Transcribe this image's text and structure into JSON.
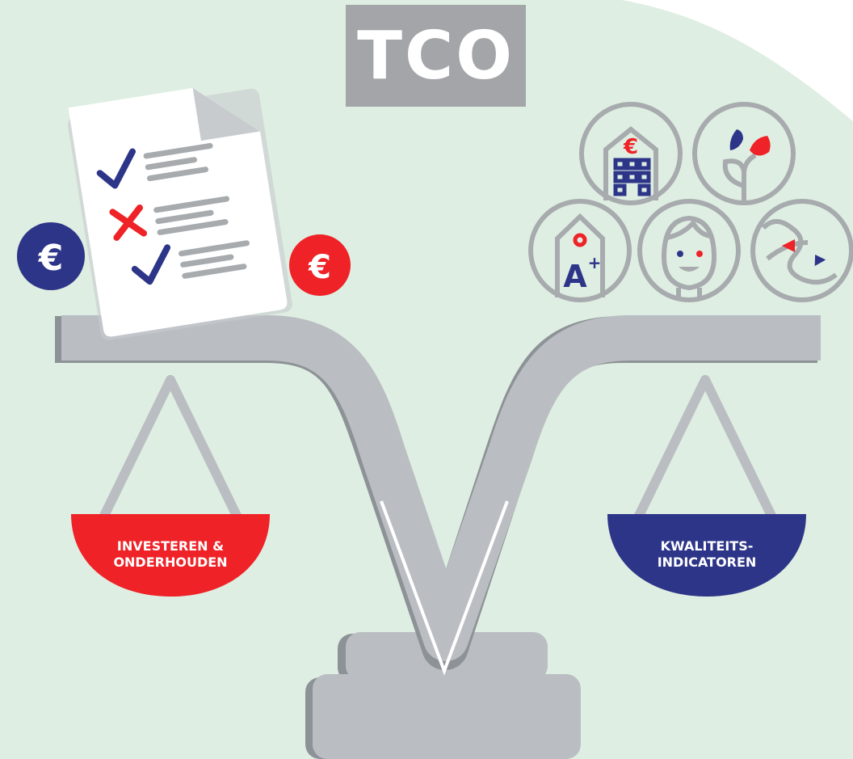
{
  "title": "TCO",
  "left_pan": {
    "lines": [
      "INVESTEREN &",
      "ONDERHOUDEN"
    ],
    "color": "#ee2227"
  },
  "right_pan": {
    "lines": [
      "KWALITEITS-",
      "INDICATOREN"
    ],
    "color": "#2d3588"
  },
  "colors": {
    "background": "#dfeee2",
    "beam": "#babec2",
    "beam_shadow": "#8d9297",
    "icon_outline": "#a7abae",
    "title_box": "#a3a5a8"
  },
  "icons": [
    "coin-euro-navy-icon",
    "coin-euro-red-icon",
    "checklist-document-icon",
    "building-euro-icon",
    "leaves-icon",
    "energy-label-a-plus-icon",
    "person-face-icon",
    "route-icon"
  ]
}
